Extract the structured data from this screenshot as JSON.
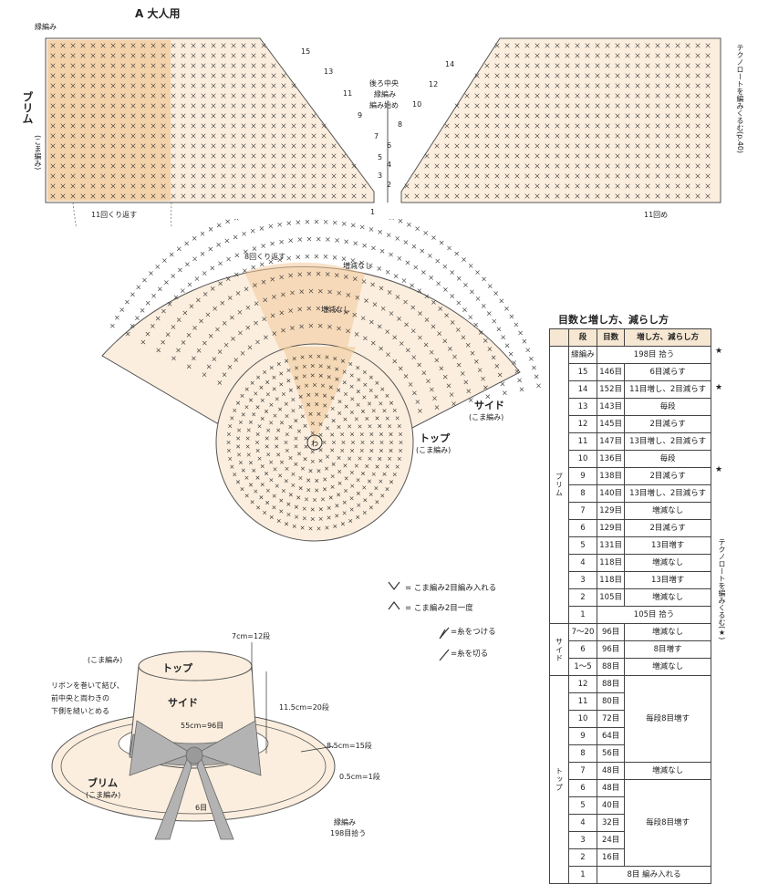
{
  "title": "A 大人用",
  "brim_chart": {
    "edge_label": "縁編み",
    "brim_title": "ブリム",
    "brim_sub": "(こま編み)",
    "left_repeat": "11回くり返す",
    "right_repeat": "11回め",
    "right_note": "テクノロートを編みくるむ(p.40)",
    "center_label_1": "後ろ中央",
    "center_label_2": "縁編み",
    "center_label_3": "編み始め",
    "row_marks_left": [
      "15",
      "13",
      "11",
      "9",
      "7",
      "5",
      "3",
      "1"
    ],
    "row_marks_right": [
      "14",
      "12",
      "10",
      "8",
      "6",
      "4",
      "2"
    ]
  },
  "side_chart": {
    "repeat_label": "8回くり返す",
    "no_change_label": "増減なし",
    "no_change_label_2": "増減なし",
    "side_title": "サイド",
    "side_sub": "(こま編み)",
    "top_title": "トップ",
    "top_sub": "(こま編み)",
    "center_mark": "わ"
  },
  "legend": {
    "inc": "= こま編み2目編み入れる",
    "dec": "= こま編み2目一度",
    "join": "=糸をつける",
    "cut": "=糸を切る"
  },
  "hat_diagram": {
    "top_label": "トップ",
    "side_label": "サイド",
    "brim_label": "ブリム",
    "brim_sub": "(こま編み)",
    "sc_label": "(こま編み)",
    "ribbon_note_1": "リボンを巻いて結び、",
    "ribbon_note_2": "前中央と両わきの",
    "ribbon_note_3": "下側を縫いとめる",
    "top_dim": "7cm=12段",
    "side_height": "11.5cm=20段",
    "circumference": "55cm=96目",
    "brim_dim": "8.5cm=15段",
    "edge_dim": "0.5cm=1段",
    "six_label": "6目",
    "edge_label_1": "縁編み",
    "edge_label_2": "198目拾う"
  },
  "table": {
    "title": "目数と増し方、減らし方",
    "headers": [
      "段",
      "目数",
      "増し方、減らし方"
    ],
    "sections": {
      "brim": "ブリム",
      "side": "サイド",
      "top": "トップ"
    },
    "brim_rows": [
      {
        "row": "縁編み",
        "count": "198目 拾う",
        "method": ""
      },
      {
        "row": "15",
        "count": "146目",
        "method": "6目減らす"
      },
      {
        "row": "14",
        "count": "152目",
        "method": "11目増し、2目減らす"
      },
      {
        "row": "13",
        "count": "143目",
        "method": "毎段"
      },
      {
        "row": "12",
        "count": "145目",
        "method": "2目減らす"
      },
      {
        "row": "11",
        "count": "147目",
        "method": "13目増し、2目減らす"
      },
      {
        "row": "10",
        "count": "136目",
        "method": "毎段"
      },
      {
        "row": "9",
        "count": "138目",
        "method": "2目減らす"
      },
      {
        "row": "8",
        "count": "140目",
        "method": "13目増し、2目減らす"
      },
      {
        "row": "7",
        "count": "129目",
        "method": "増減なし"
      },
      {
        "row": "6",
        "count": "129目",
        "method": "2目減らす"
      },
      {
        "row": "5",
        "count": "131目",
        "method": "13目増す"
      },
      {
        "row": "4",
        "count": "118目",
        "method": "増減なし"
      },
      {
        "row": "3",
        "count": "118目",
        "method": "13目増す"
      },
      {
        "row": "2",
        "count": "105目",
        "method": "増減なし"
      },
      {
        "row": "1",
        "count": "105目 拾う",
        "method": ""
      }
    ],
    "side_rows": [
      {
        "row": "7〜20",
        "count": "96目",
        "method": "増減なし"
      },
      {
        "row": "6",
        "count": "96目",
        "method": "8目増す"
      },
      {
        "row": "1〜5",
        "count": "88目",
        "method": "増減なし"
      }
    ],
    "top_rows": [
      {
        "row": "12",
        "count": "88目"
      },
      {
        "row": "11",
        "count": "80目"
      },
      {
        "row": "10",
        "count": "72目"
      },
      {
        "row": "9",
        "count": "64目"
      },
      {
        "row": "8",
        "count": "56目"
      },
      {
        "row": "7",
        "count": "48目",
        "method": "増減なし"
      },
      {
        "row": "6",
        "count": "48目"
      },
      {
        "row": "5",
        "count": "40目"
      },
      {
        "row": "4",
        "count": "32目"
      },
      {
        "row": "3",
        "count": "24目"
      },
      {
        "row": "2",
        "count": "16目"
      },
      {
        "row": "1",
        "count": "8目 編み入れる"
      }
    ],
    "top_method_a": "毎段8目増す",
    "top_method_b": "毎段8目増す",
    "side_note": "テクノロートを編みくるむ(★)",
    "star": "★"
  },
  "colors": {
    "accent": "#f2c99a",
    "paper": "#fbeede",
    "line": "#444444"
  }
}
